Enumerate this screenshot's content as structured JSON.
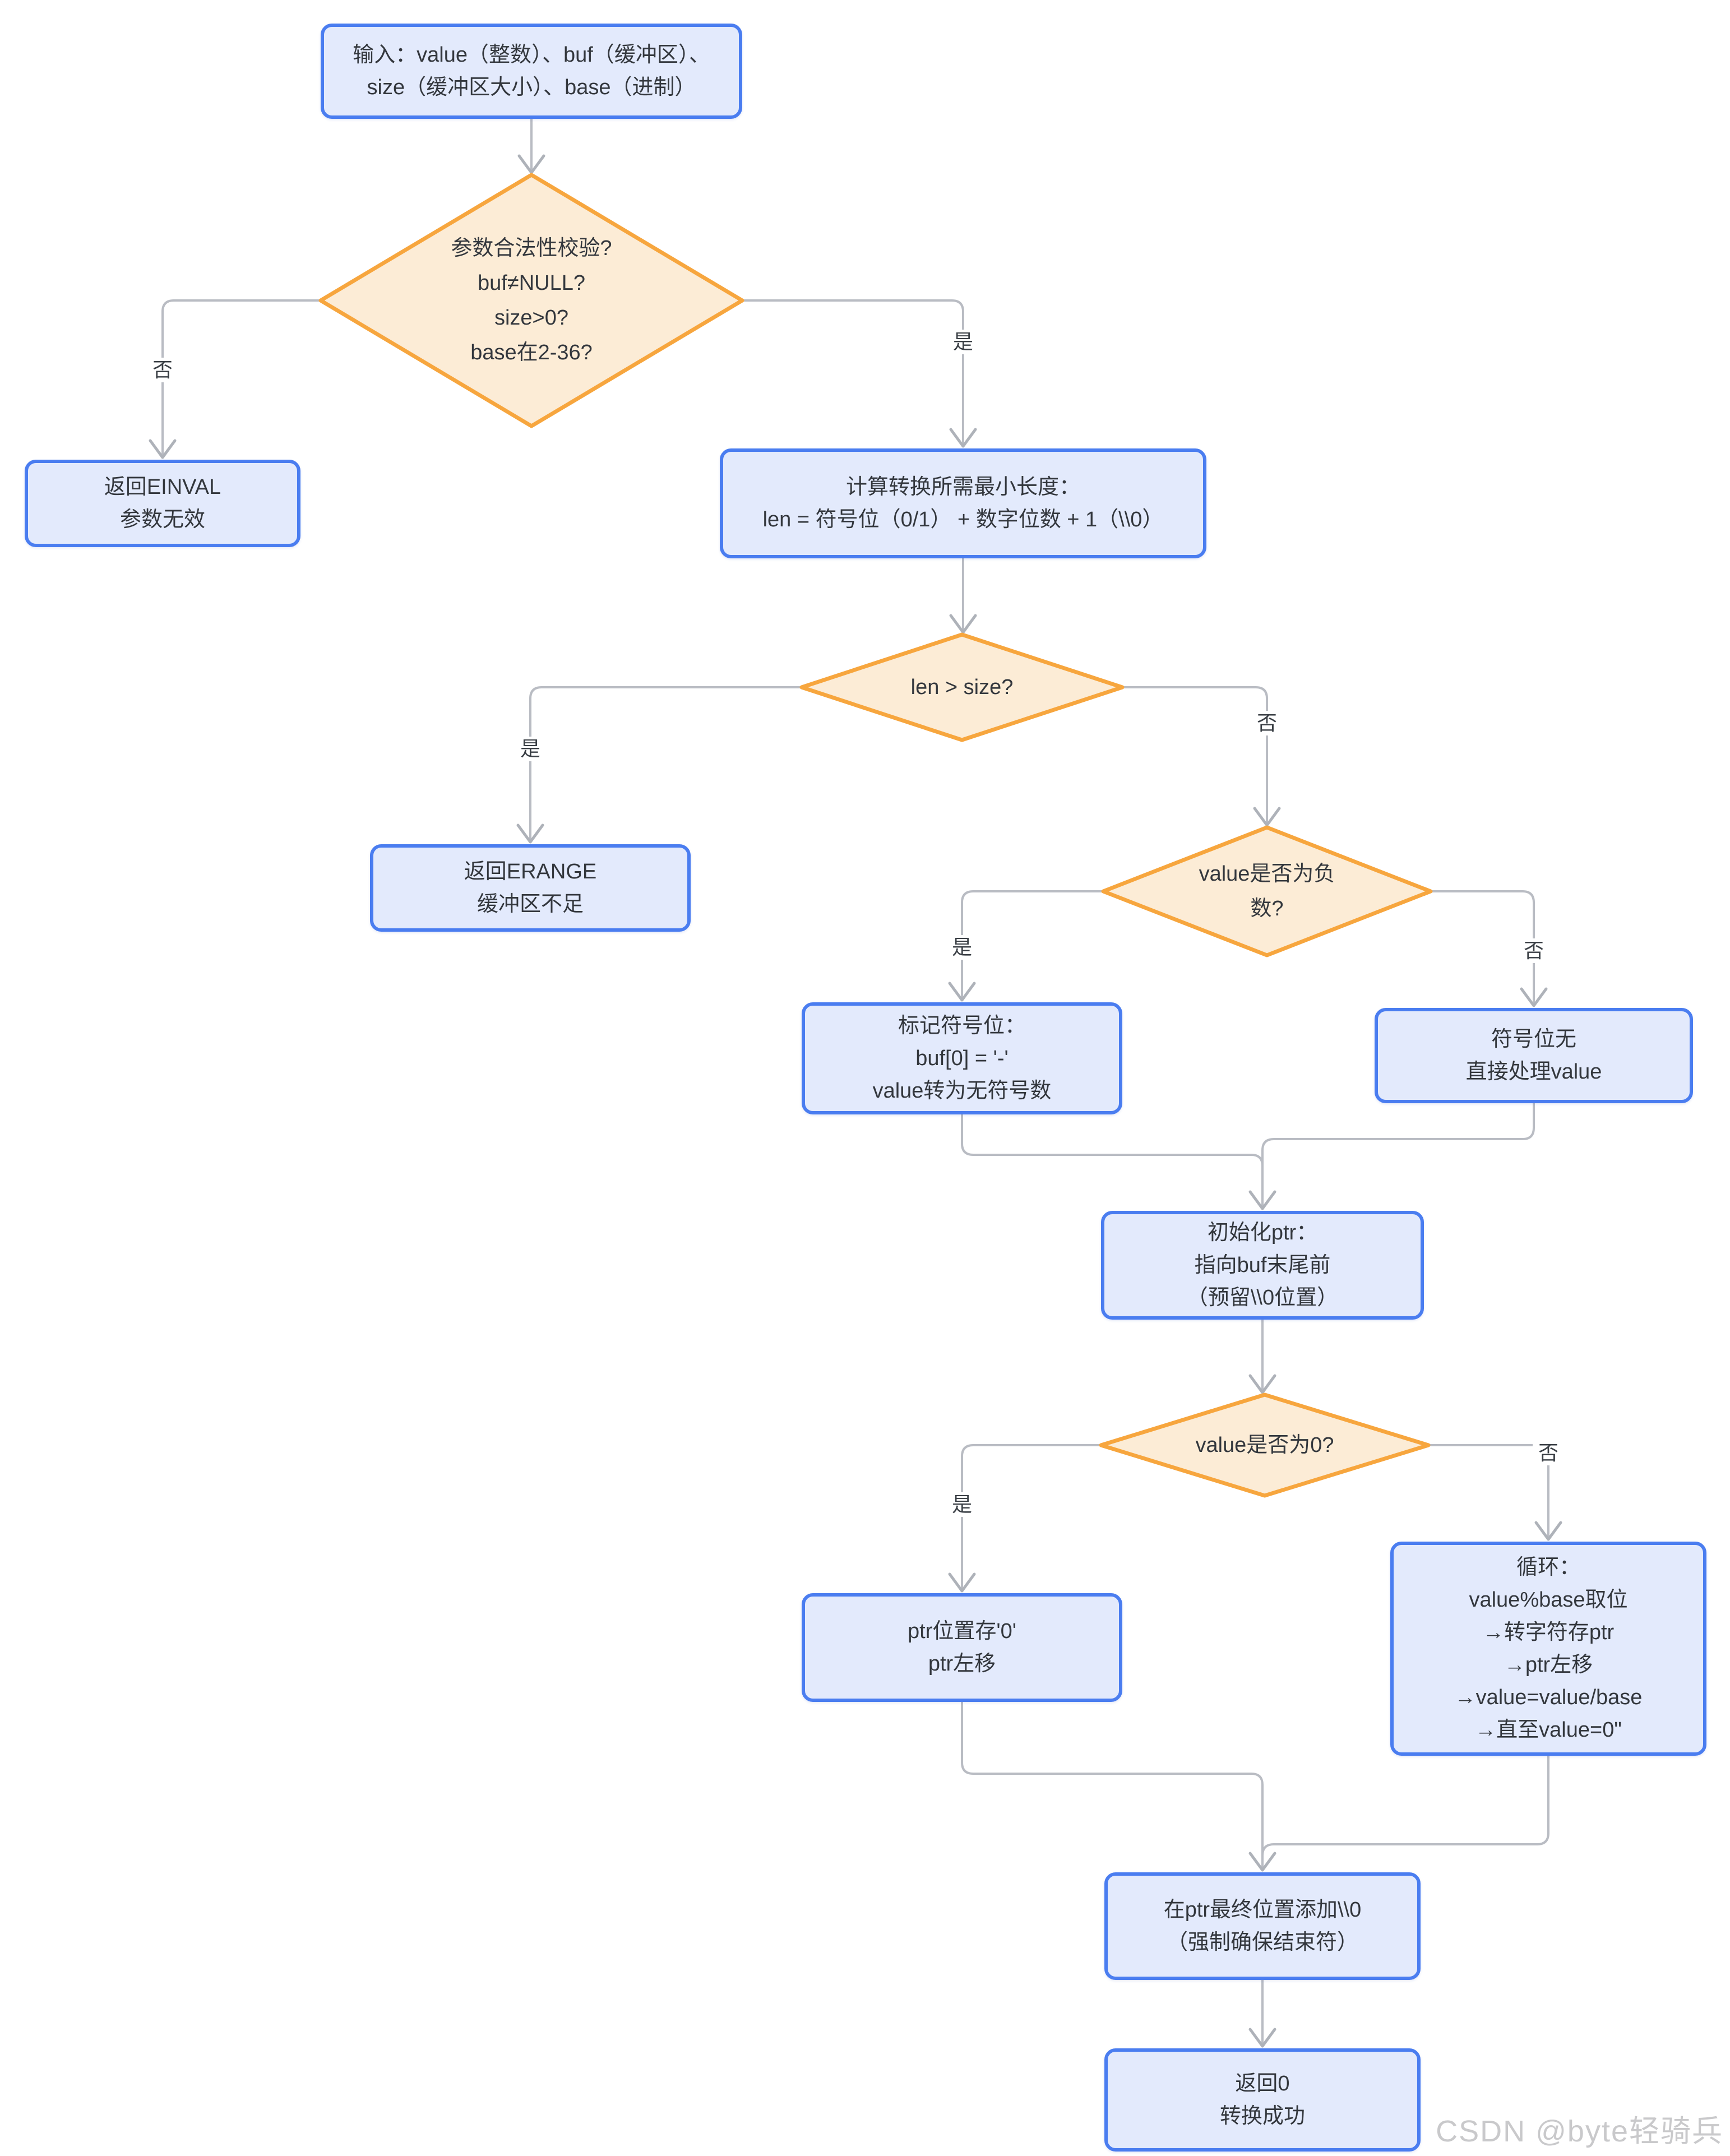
{
  "watermark": "CSDN @byte轻骑兵",
  "labels": {
    "yes": "是",
    "no": "否"
  },
  "colors": {
    "process_fill": "#e3eafc",
    "process_border": "#4a7df0",
    "decision_fill": "#fcecd6",
    "decision_border": "#f7a63e",
    "connector": "#b9bcc3",
    "text": "#33373d",
    "watermark_color": "#c9c9cb"
  },
  "nodes": {
    "start": {
      "type": "process",
      "lines": [
        "输入：value（整数）、buf（缓冲区）、",
        "size（缓冲区大小）、base（进制）"
      ]
    },
    "param_check": {
      "type": "decision",
      "lines": [
        "参数合法性校验?",
        "buf≠NULL?",
        "size>0?",
        "base在2-36?"
      ]
    },
    "return_einval": {
      "type": "process",
      "lines": [
        "返回EINVAL",
        "参数无效"
      ]
    },
    "calc_len": {
      "type": "process",
      "lines": [
        "计算转换所需最小长度：",
        "len = 符号位（0/1） + 数字位数 + 1（\\\\0）"
      ]
    },
    "len_check": {
      "type": "decision",
      "lines": [
        "len > size?"
      ]
    },
    "return_erange": {
      "type": "process",
      "lines": [
        "返回ERANGE",
        "缓冲区不足"
      ]
    },
    "negative_check": {
      "type": "decision",
      "lines": [
        "value是否为负",
        "数?"
      ]
    },
    "mark_sign": {
      "type": "process",
      "lines": [
        "标记符号位：",
        "buf[0] = '-'",
        "value转为无符号数"
      ]
    },
    "no_sign": {
      "type": "process",
      "lines": [
        "符号位无",
        "直接处理value"
      ]
    },
    "init_ptr": {
      "type": "process",
      "lines": [
        "初始化ptr：",
        "指向buf末尾前",
        "（预留\\\\0位置）"
      ]
    },
    "zero_check": {
      "type": "decision",
      "lines": [
        "value是否为0?"
      ]
    },
    "store_zero": {
      "type": "process",
      "lines": [
        "ptr位置存'0'",
        "ptr左移"
      ]
    },
    "convert_loop": {
      "type": "process",
      "lines": [
        "循环：",
        "value%base取位",
        "→转字符存ptr",
        "→ptr左移",
        "→value=value/base",
        "→直至value=0\""
      ]
    },
    "append_terminator": {
      "type": "process",
      "lines": [
        "在ptr最终位置添加\\\\0",
        "（强制确保结束符）"
      ]
    },
    "return_success": {
      "type": "process",
      "lines": [
        "返回0",
        "转换成功"
      ]
    }
  }
}
